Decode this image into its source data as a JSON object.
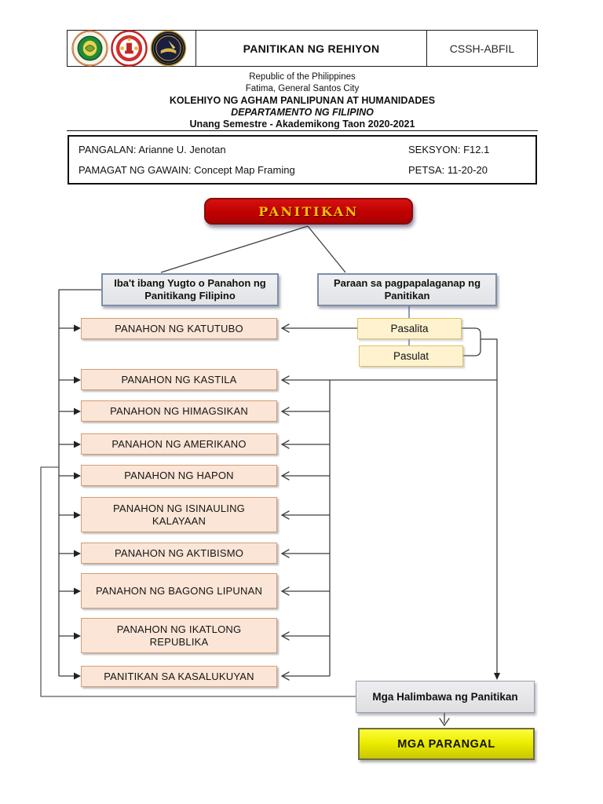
{
  "page": {
    "header_table": {
      "logos": [
        {
          "icon": "msu-seal-icon"
        },
        {
          "icon": "university-red-seal-icon"
        },
        {
          "icon": "college-gold-seal-icon"
        }
      ],
      "course_title": "PANITIKAN NG REHIYON",
      "unit_code": "CSSH-ABFIL"
    },
    "letterhead": {
      "country": "Republic of the Philippines",
      "city": "Fatima, General Santos City",
      "college": "KOLEHIYO NG AGHAM PANLIPUNAN AT HUMANIDADES",
      "department": "DEPARTAMENTO NG FILIPINO",
      "semester": "Unang Semestre - Akademikong Taon 2020-2021"
    },
    "info_box": {
      "name": "PANGALAN: Arianne U. Jenotan",
      "section": "SEKSYON: F12.1",
      "activity": "PAMAGAT NG GAWAIN: Concept Map Framing",
      "date": "PETSA: 11-20-20"
    },
    "concept_map": {
      "root": "PANITIKAN",
      "left_branch": "Iba't ibang Yugto o Panahon ng Panitikang Filipino",
      "right_branch": "Paraan sa pagpapalaganap ng Panitikan",
      "methods": [
        "Pasalita",
        "Pasulat"
      ],
      "periods": [
        "PANAHON NG KATUTUBO",
        "PANAHON NG KASTILA",
        "PANAHON NG HIMAGSIKAN",
        "PANAHON NG AMERIKANO",
        "PANAHON NG HAPON",
        "PANAHON NG ISINAULING KALAYAAN",
        "PANAHON NG AKTIBISMO",
        "PANAHON NG BAGONG LIPUNAN",
        "PANAHON NG IKATLONG REPUBLIKA",
        "PANITIKAN SA KASALUKUYAN"
      ],
      "examples_label": "Mga Halimbawa ng Panitikan",
      "awards_label": "MGA PARANGAL"
    },
    "colors": {
      "root_fill": "#c00000",
      "root_text": "#ffc000",
      "period_fill": "#fbe5d6",
      "period_border": "#cf9e78",
      "branch_fill": "#e5e6e8",
      "branch_border": "#7e8fa9",
      "method_fill": "#fff3cf",
      "method_border": "#dfc166",
      "examples_fill": "#e6e6e8",
      "awards_fill": "#eded00",
      "connector": "#3f3f3f",
      "paraan_connector": "#6c87b7"
    }
  }
}
